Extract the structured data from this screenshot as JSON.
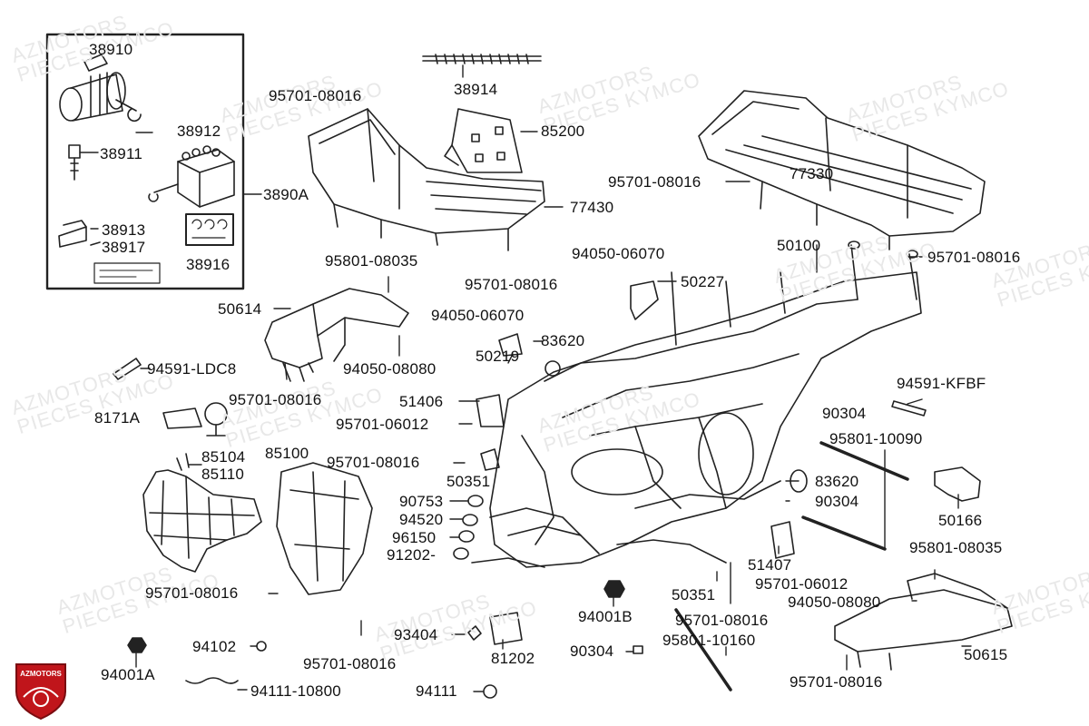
{
  "watermark": {
    "line1": "AZMOTORS",
    "line2": "PIECES KYMCO"
  },
  "logo": {
    "text": "AZMOTORS",
    "color": "#c0151b"
  },
  "parts": {
    "p38910": "38910",
    "p38912": "38912",
    "p38911": "38911",
    "p3890A": "3890A",
    "p38913": "38913",
    "p38917": "38917",
    "p38916": "38916",
    "p38914": "38914",
    "p85200": "85200",
    "p95701_a": "95701-08016",
    "p77430": "77430",
    "p95701_b": "95701-08016",
    "p77330": "77330",
    "p95701_c": "95701-08016",
    "p50100": "50100",
    "p95701_d": "95701-08016",
    "p94050_a": "94050-06070",
    "p50227": "50227",
    "p95801_a": "95801-08035",
    "p50614": "50614",
    "p94050_b": "94050-06070",
    "p83620_a": "83620",
    "p94591_a": "94591-LDC8",
    "p94050_c": "94050-08080",
    "p50219": "50219",
    "p95701_e": "95701-08016",
    "p94591_b": "94591-KFBF",
    "p51406": "51406",
    "p8171A": "8171A",
    "p95701_f": "95701-06012",
    "p90304_a": "90304",
    "p85104": "85104",
    "p85110": "85110",
    "p85100": "85100",
    "p95701_g": "95701-08016",
    "p95801_b": "95801-10090",
    "p50351_a": "50351",
    "p83620_b": "83620",
    "p90753": "90753",
    "p90304_b": "90304",
    "p94520": "94520",
    "p50166": "50166",
    "p96150": "96150",
    "p91202": "91202-",
    "p95801_c": "95801-08035",
    "p51407": "51407",
    "p95701_h": "95701-06012",
    "p95701_i": "95701-08016",
    "p50351_b": "50351",
    "p94050_d": "94050-08080",
    "p94001B": "94001B",
    "p95701_j": "95701-08016",
    "p93404": "93404",
    "p50615": "50615",
    "p94102": "94102",
    "p95701_k": "95701-08016",
    "p81202": "81202",
    "p90304_c": "90304",
    "p95801_d": "95801-10160",
    "p94001A": "94001A",
    "p95701_l": "95701-08016",
    "p94111_a": "94111-10800",
    "p94111_b": "94111"
  }
}
